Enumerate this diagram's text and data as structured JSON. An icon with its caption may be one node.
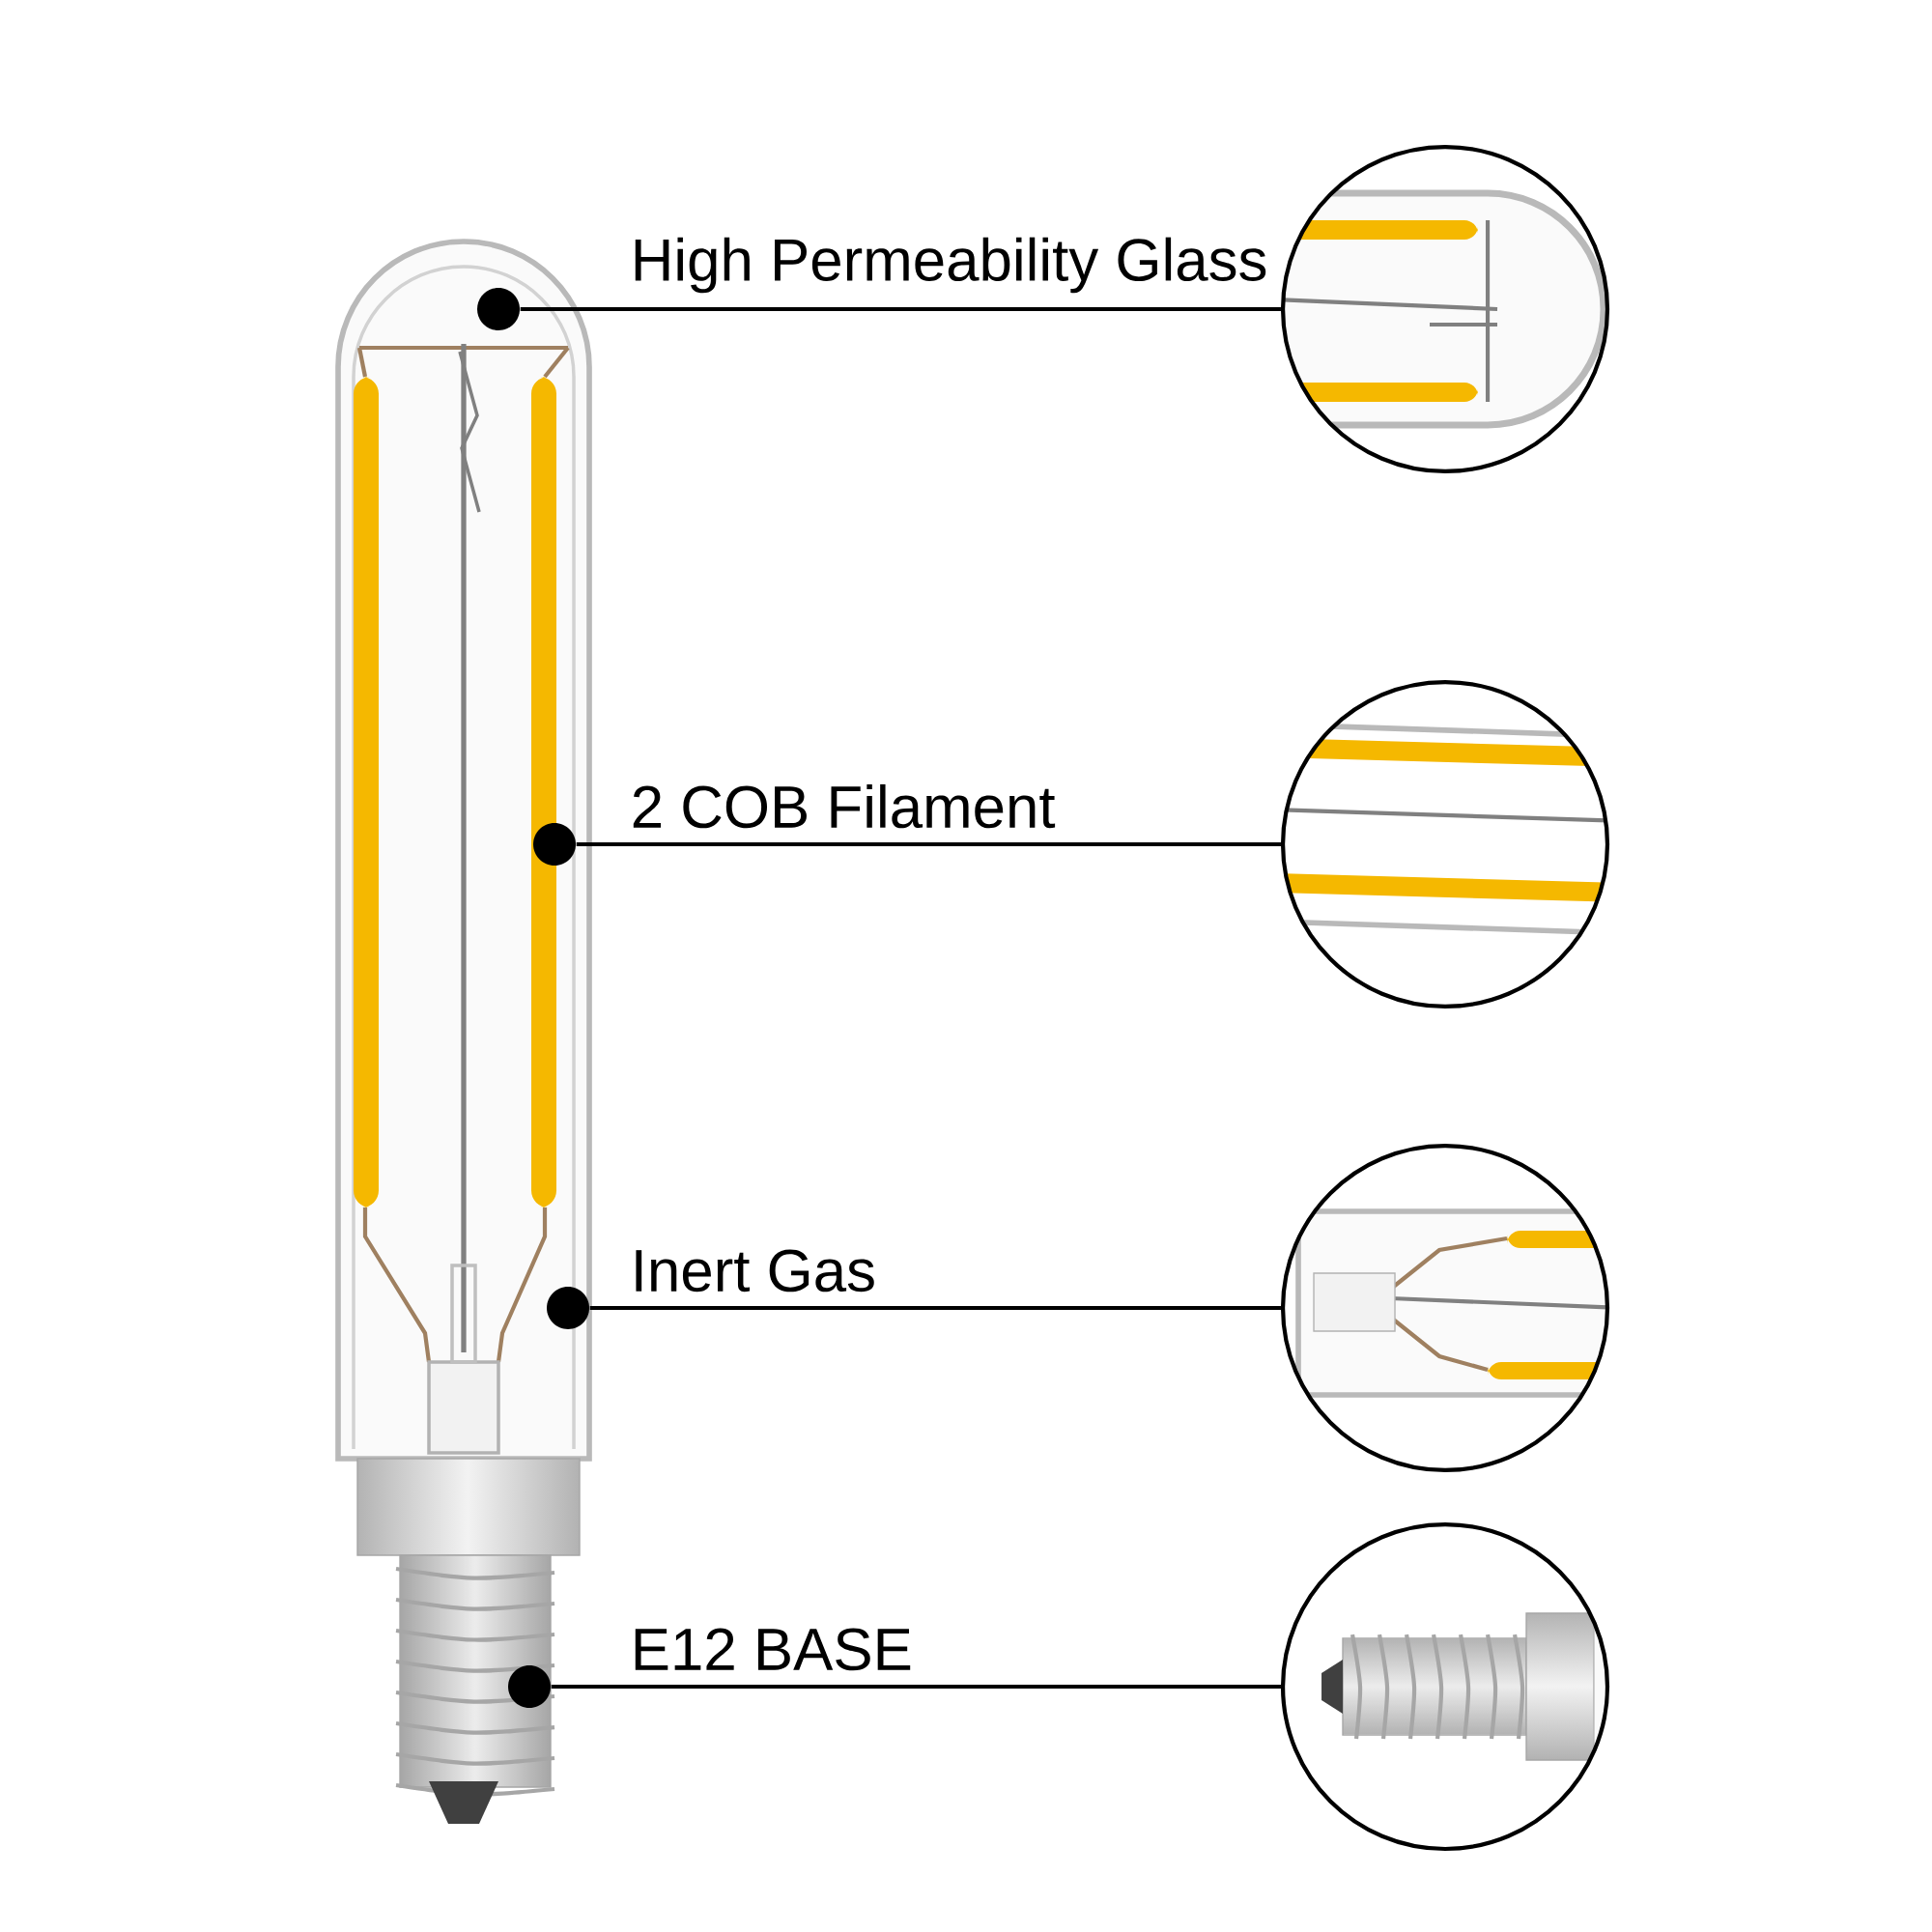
{
  "diagram": {
    "nodes": [
      {
        "text": [],
        "shape": "circle"
      },
      {
        "text": [],
        "shape": "circle"
      },
      {
        "text": [],
        "shape": "circle"
      },
      {
        "text": [],
        "shape": "circle"
      },
      {
        "text": [],
        "shape": "picture"
      },
      {
        "text": [],
        "shape": "picture"
      },
      {
        "text": [],
        "shape": "picture"
      },
      {
        "text": [],
        "shape": "picture"
      }
    ],
    "edges": [
      {
        "from": 0,
        "to": 4,
        "arrow": "none",
        "label": "High Permeability Glass"
      },
      {
        "from": 1,
        "to": 5,
        "arrow": "none",
        "label": "2 COB Filament"
      },
      {
        "from": 2,
        "to": 6,
        "arrow": "none",
        "label": "Inert Gas"
      },
      {
        "from": 3,
        "to": 7,
        "arrow": "none",
        "label": "E12 BASE"
      }
    ]
  }
}
